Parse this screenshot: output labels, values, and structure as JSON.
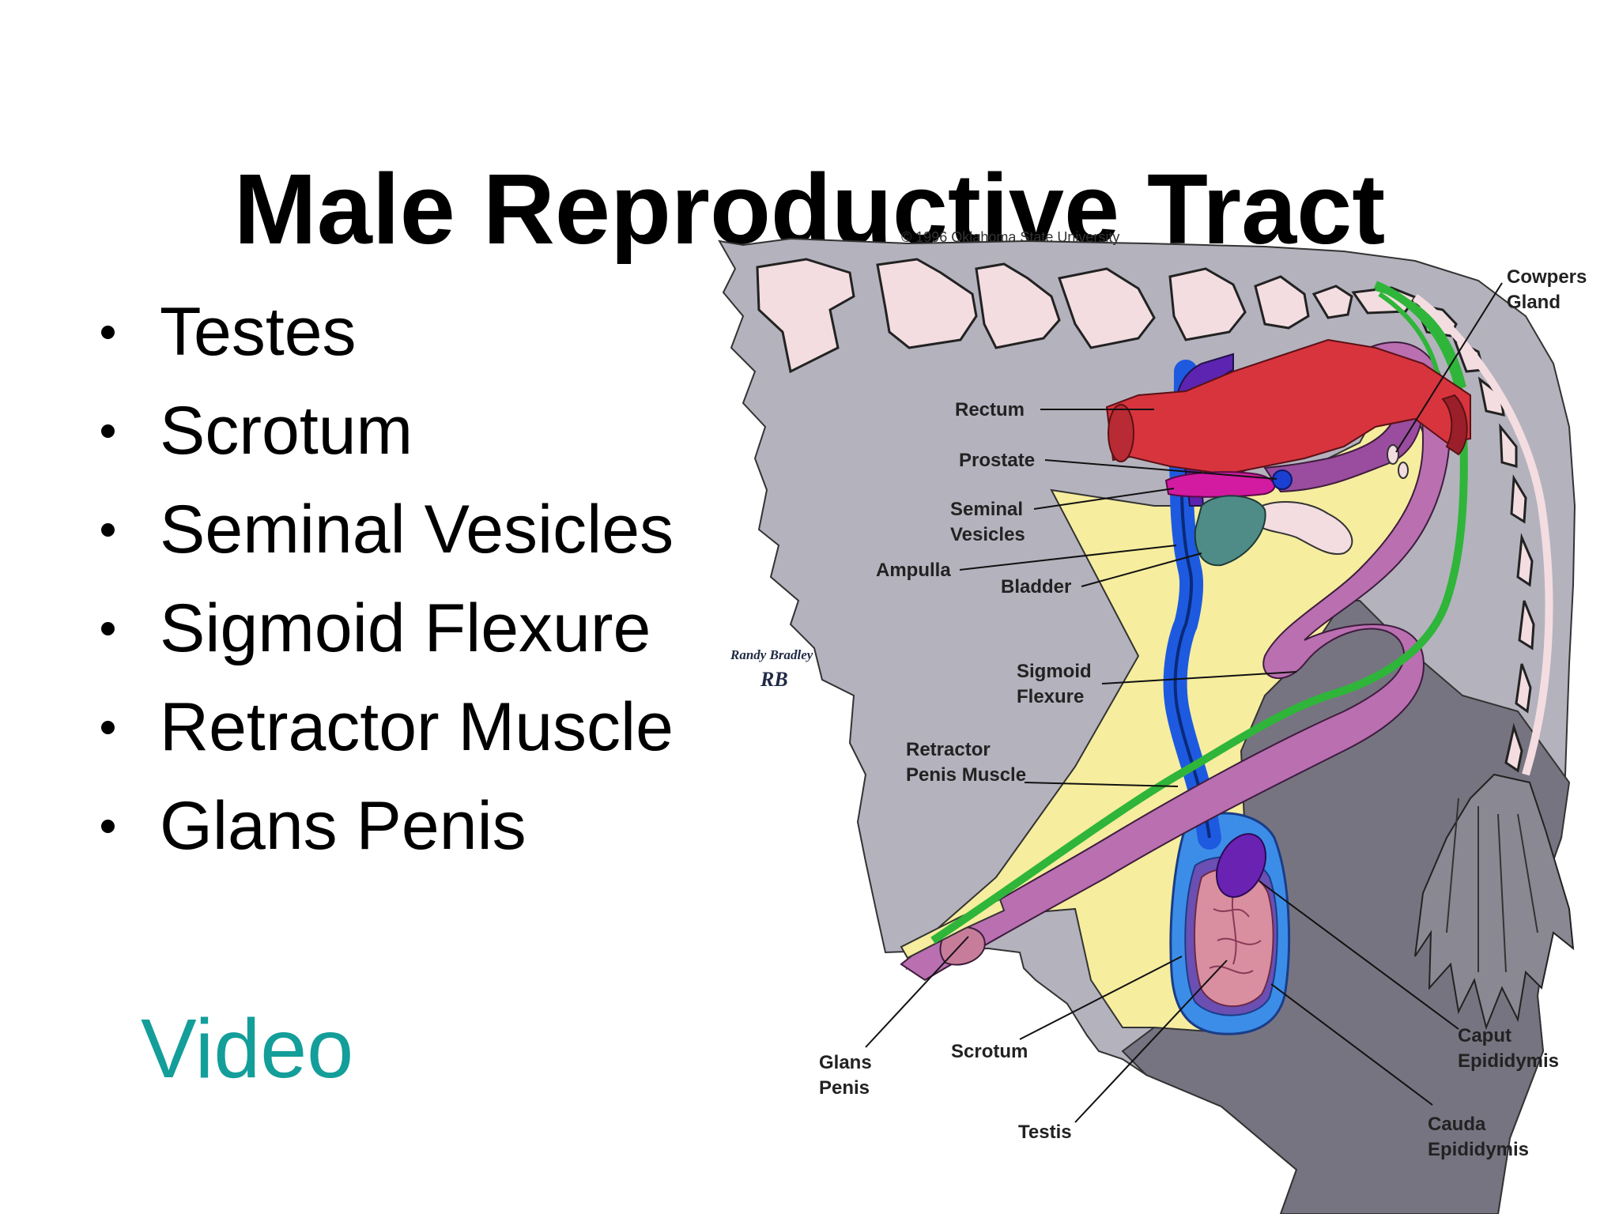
{
  "slide": {
    "title": "Male Reproductive Tract",
    "bullets": [
      "Testes",
      "Scrotum",
      "Seminal Vesicles",
      "Sigmoid Flexure",
      "Retractor Muscle",
      "Glans Penis"
    ],
    "video_link": "Video",
    "accent_color": "#139e9a"
  },
  "diagram": {
    "copyright": "© 1996 Oklahoma State University",
    "signature": "Randy Bradley",
    "signature_mark": "RB",
    "labels": {
      "cowpers_1": "Cowpers",
      "cowpers_2": "Gland",
      "rectum": "Rectum",
      "prostate": "Prostate",
      "seminal_1": "Seminal",
      "seminal_2": "Vesicles",
      "ampulla": "Ampulla",
      "bladder": "Bladder",
      "sigmoid_1": "Sigmoid",
      "sigmoid_2": "Flexure",
      "retractor_1": "Retractor",
      "retractor_2": "Penis Muscle",
      "glans_1": "Glans",
      "glans_2": "Penis",
      "scrotum": "Scrotum",
      "testis": "Testis",
      "caput_1": "Caput",
      "caput_2": "Epididymis",
      "cauda_1": "Cauda",
      "cauda_2": "Epididymis"
    },
    "colors": {
      "body": "#b4b2bd",
      "vertebrae": "#f3dde0",
      "rectum": "#d8343e",
      "penis": "#b96fb0",
      "fat": "#f6ed9e",
      "retractor": "#2fb53a",
      "ductus": "#1e5ae0",
      "scrotum_outer": "#3c8de8",
      "testis": "#d98f9f",
      "epididymis": "#6a22b3",
      "bladder": "#4f8c88",
      "prostate": "#d21ba0",
      "leg": "#777481"
    }
  }
}
